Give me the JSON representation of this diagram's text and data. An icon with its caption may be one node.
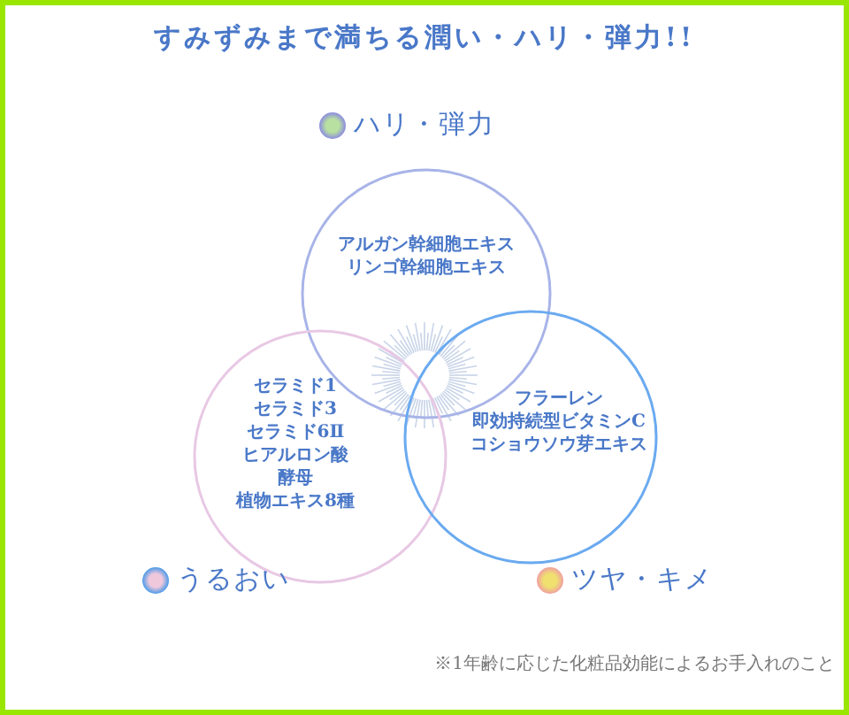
{
  "diagram": {
    "title": "すみずみまで満ちる潤い・ハリ・弾力!!",
    "nodes": [
      {
        "text": [
          "アルガン幹細胞エキス",
          "リンゴ幹細胞エキス"
        ],
        "beside": [
          "ハリ・弾力"
        ]
      },
      {
        "text": [
          "セラミド1",
          "セラミド3",
          "セラミド6Ⅱ",
          "ヒアルロン酸",
          "酵母",
          "植物エキス8種"
        ],
        "beside": [
          "うるおい"
        ]
      },
      {
        "text": [
          "フラーレン",
          "即効持続型ビタミンC",
          "コショウソウ芽エキス"
        ],
        "beside": [
          "ツヤ・キメ"
        ]
      }
    ],
    "labels": [
      "※1年齢に応じた化粧品効能によるお手入れのこと"
    ]
  }
}
